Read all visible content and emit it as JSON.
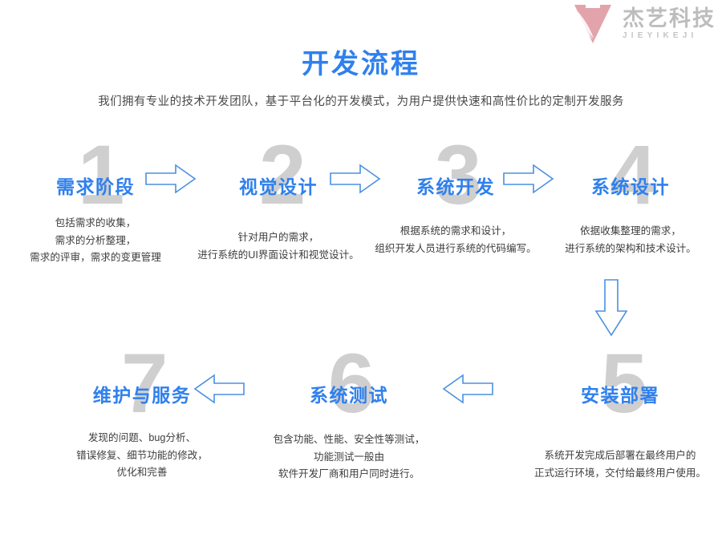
{
  "logo": {
    "brand_cn": "杰艺科技",
    "brand_en": "JIEYIKEJI",
    "mark_color": "#e2a0a8"
  },
  "header": {
    "title": "开发流程",
    "title_color": "#2f80ed",
    "subtitle": "我们拥有专业的技术开发团队，基于平台化的开发模式，为用户提供快速和高性价比的定制开发服务"
  },
  "theme": {
    "accent": "#2f80ed",
    "number_gray": "#cfcfcf",
    "body_text": "#3d3d3d"
  },
  "steps": [
    {
      "number": "1",
      "name": "需求阶段",
      "desc_lines": [
        "包括需求的收集，",
        "需求的分析整理，",
        "需求的评审，需求的变更管理"
      ]
    },
    {
      "number": "2",
      "name": "视觉设计",
      "desc_lines": [
        "针对用户的需求，",
        "进行系统的UI界面设计和视觉设计。"
      ]
    },
    {
      "number": "3",
      "name": "系统开发",
      "desc_lines": [
        "根据系统的需求和设计，",
        "组织开发人员进行系统的代码编写。"
      ]
    },
    {
      "number": "4",
      "name": "系统设计",
      "desc_lines": [
        "依据收集整理的需求，",
        "进行系统的架构和技术设计。"
      ]
    },
    {
      "number": "5",
      "name": "安装部署",
      "desc_lines": [
        "系统开发完成后部署在最终用户的",
        "正式运行环境，交付给最终用户使用。"
      ]
    },
    {
      "number": "6",
      "name": "系统测试",
      "desc_lines": [
        "包含功能、性能、安全性等测试，",
        "功能测试一般由",
        "软件开发厂商和用户同时进行。"
      ]
    },
    {
      "number": "7",
      "name": "维护与服务",
      "desc_lines": [
        "发现的问题、bug分析、",
        "错误修复、细节功能的修改，",
        "优化和完善"
      ]
    }
  ],
  "arrows": [
    {
      "id": "arrow-1-2",
      "direction": "right",
      "from": "需求阶段",
      "to": "视觉设计"
    },
    {
      "id": "arrow-2-3",
      "direction": "right",
      "from": "视觉设计",
      "to": "系统开发"
    },
    {
      "id": "arrow-3-4",
      "direction": "right",
      "from": "系统开发",
      "to": "系统设计"
    },
    {
      "id": "arrow-4-5",
      "direction": "down",
      "from": "系统设计",
      "to": "安装部署"
    },
    {
      "id": "arrow-5-6",
      "direction": "left",
      "from": "安装部署",
      "to": "系统测试"
    },
    {
      "id": "arrow-6-7",
      "direction": "left",
      "from": "系统测试",
      "to": "维护与服务"
    }
  ]
}
